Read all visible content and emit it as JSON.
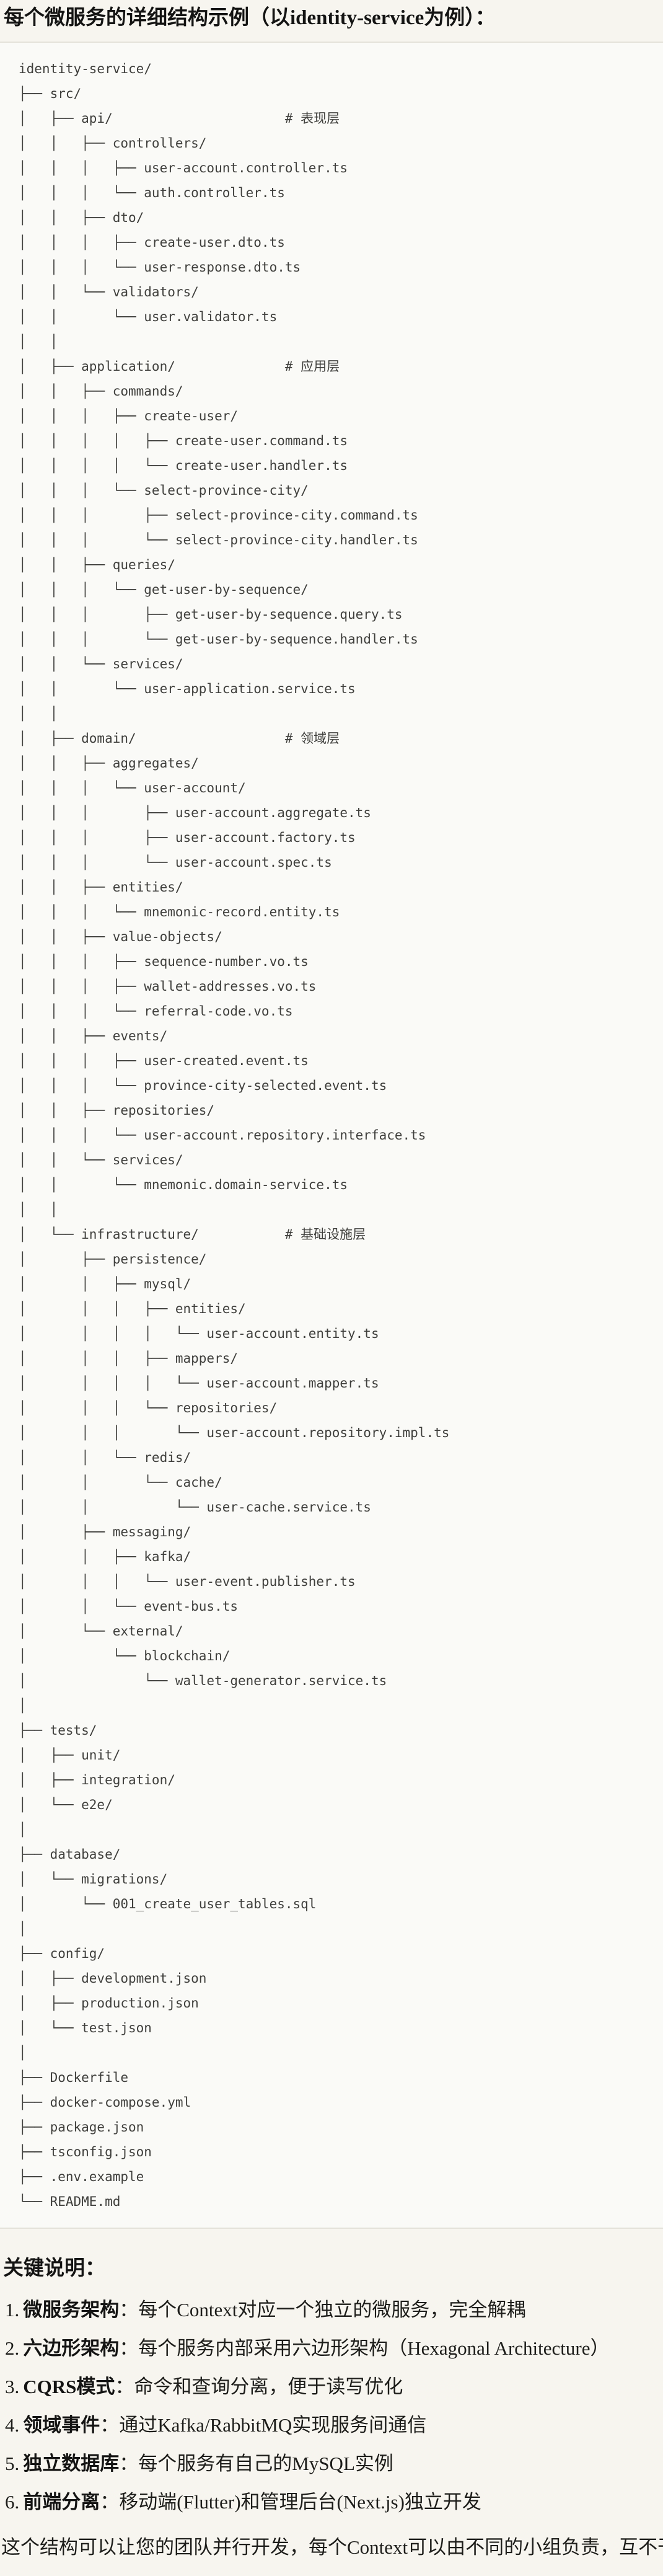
{
  "page": {
    "title": "每个微服务的详细结构示例（以identity-service为例）："
  },
  "code_block": {
    "language": "plaintext",
    "lines": [
      "identity-service/",
      "├── src/",
      "│   ├── api/                      # 表现层",
      "│   │   ├── controllers/",
      "│   │   │   ├── user-account.controller.ts",
      "│   │   │   └── auth.controller.ts",
      "│   │   ├── dto/",
      "│   │   │   ├── create-user.dto.ts",
      "│   │   │   └── user-response.dto.ts",
      "│   │   └── validators/",
      "│   │       └── user.validator.ts",
      "│   │",
      "│   ├── application/              # 应用层",
      "│   │   ├── commands/",
      "│   │   │   ├── create-user/",
      "│   │   │   │   ├── create-user.command.ts",
      "│   │   │   │   └── create-user.handler.ts",
      "│   │   │   └── select-province-city/",
      "│   │   │       ├── select-province-city.command.ts",
      "│   │   │       └── select-province-city.handler.ts",
      "│   │   ├── queries/",
      "│   │   │   └── get-user-by-sequence/",
      "│   │   │       ├── get-user-by-sequence.query.ts",
      "│   │   │       └── get-user-by-sequence.handler.ts",
      "│   │   └── services/",
      "│   │       └── user-application.service.ts",
      "│   │",
      "│   ├── domain/                   # 领域层",
      "│   │   ├── aggregates/",
      "│   │   │   └── user-account/",
      "│   │   │       ├── user-account.aggregate.ts",
      "│   │   │       ├── user-account.factory.ts",
      "│   │   │       └── user-account.spec.ts",
      "│   │   ├── entities/",
      "│   │   │   └── mnemonic-record.entity.ts",
      "│   │   ├── value-objects/",
      "│   │   │   ├── sequence-number.vo.ts",
      "│   │   │   ├── wallet-addresses.vo.ts",
      "│   │   │   └── referral-code.vo.ts",
      "│   │   ├── events/",
      "│   │   │   ├── user-created.event.ts",
      "│   │   │   └── province-city-selected.event.ts",
      "│   │   ├── repositories/",
      "│   │   │   └── user-account.repository.interface.ts",
      "│   │   └── services/",
      "│   │       └── mnemonic.domain-service.ts",
      "│   │",
      "│   └── infrastructure/           # 基础设施层",
      "│       ├── persistence/",
      "│       │   ├── mysql/",
      "│       │   │   ├── entities/",
      "│       │   │   │   └── user-account.entity.ts",
      "│       │   │   ├── mappers/",
      "│       │   │   │   └── user-account.mapper.ts",
      "│       │   │   └── repositories/",
      "│       │   │       └── user-account.repository.impl.ts",
      "│       │   └── redis/",
      "│       │       └── cache/",
      "│       │           └── user-cache.service.ts",
      "│       ├── messaging/",
      "│       │   ├── kafka/",
      "│       │   │   └── user-event.publisher.ts",
      "│       │   └── event-bus.ts",
      "│       └── external/",
      "│           └── blockchain/",
      "│               └── wallet-generator.service.ts",
      "│",
      "├── tests/",
      "│   ├── unit/",
      "│   ├── integration/",
      "│   └── e2e/",
      "│",
      "├── database/",
      "│   └── migrations/",
      "│       └── 001_create_user_tables.sql",
      "│",
      "├── config/",
      "│   ├── development.json",
      "│   ├── production.json",
      "│   └── test.json",
      "│",
      "├── Dockerfile",
      "├── docker-compose.yml",
      "├── package.json",
      "├── tsconfig.json",
      "├── .env.example",
      "└── README.md"
    ]
  },
  "notes": {
    "heading": "关键说明：",
    "items": [
      {
        "num": "1.",
        "term": "微服务架构",
        "desc": "：每个Context对应一个独立的微服务，完全解耦"
      },
      {
        "num": "2.",
        "term": "六边形架构",
        "desc": "：每个服务内部采用六边形架构（Hexagonal Architecture）"
      },
      {
        "num": "3.",
        "term": "CQRS模式",
        "desc": "：命令和查询分离，便于读写优化"
      },
      {
        "num": "4.",
        "term": "领域事件",
        "desc": "：通过Kafka/RabbitMQ实现服务间通信"
      },
      {
        "num": "5.",
        "term": "独立数据库",
        "desc": "：每个服务有自己的MySQL实例"
      },
      {
        "num": "6.",
        "term": "前端分离",
        "desc": "：移动端(Flutter)和管理后台(Next.js)独立开发"
      }
    ],
    "closing": "这个结构可以让您的团队并行开发，每个Context可以由不同的小组负责，互不干扰。"
  },
  "colors": {
    "page_background": "#f7f5ef",
    "code_background": "#fafaf7",
    "code_border": "#e4e2da",
    "code_text": "#3f3f3c",
    "body_text": "#161613"
  }
}
